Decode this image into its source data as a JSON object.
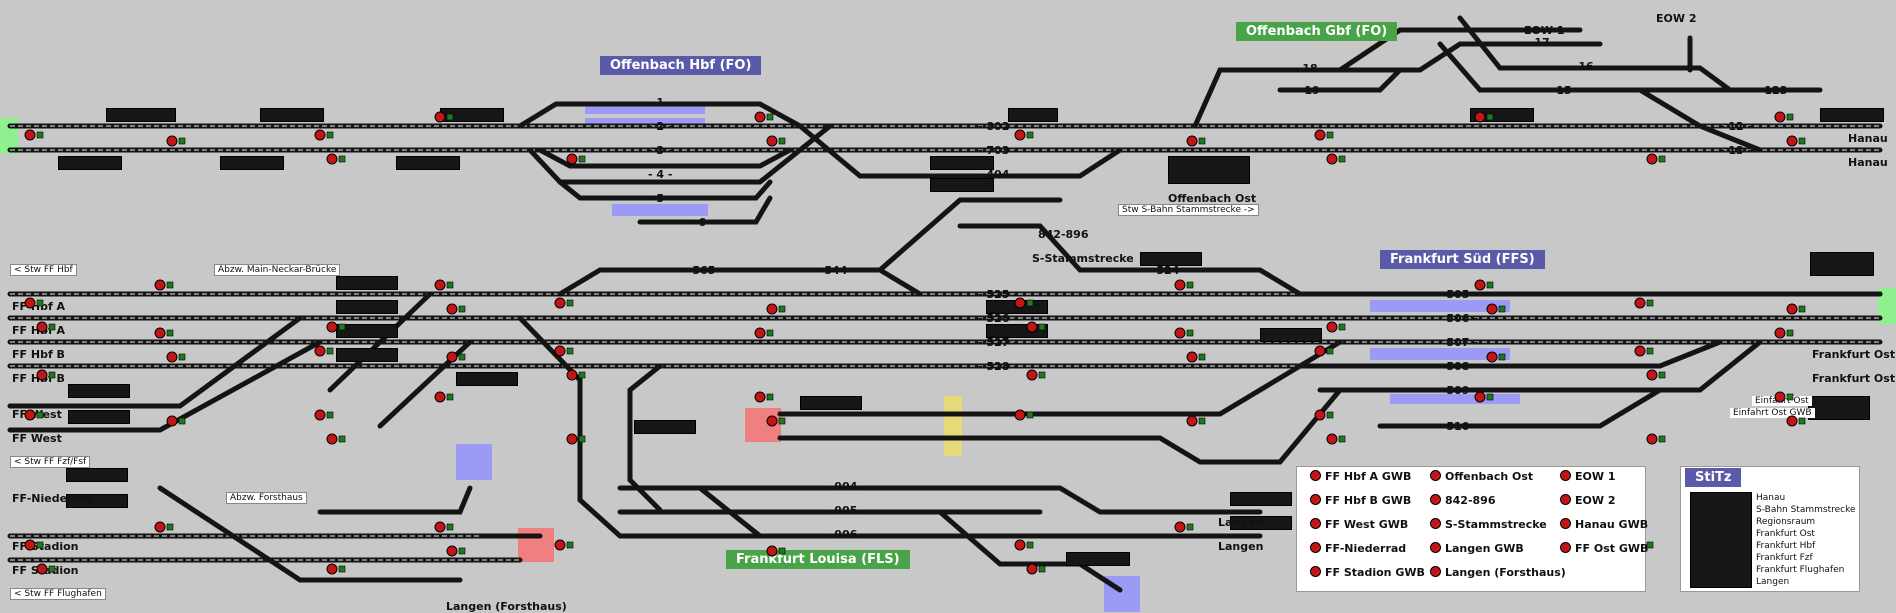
{
  "stations": {
    "offenbach_hbf": "Offenbach Hbf (FO)",
    "offenbach_gbf": "Offenbach Gbf (FO)",
    "frankfurt_sud": "Frankfurt Süd (FFS)",
    "frankfurt_louisa": "Frankfurt Louisa (FLS)"
  },
  "labels": {
    "eow1": "EOW 1",
    "eow2": "EOW 2",
    "hanau_top": "Hanau",
    "hanau_bottom": "Hanau",
    "offenbach_ost": "Offenbach Ost",
    "s_bahn_note": "Stw S-Bahn Stammstrecke ->",
    "r842": "842-896",
    "s_stamm": "S-Stammstrecke",
    "stw_ff_hbf": "< Stw FF Hbf",
    "abzw_main_neckar": "Abzw. Main-Neckar-Brücke",
    "ff_hbf_a1": "FF Hbf A",
    "ff_hbf_a2": "FF Hbf A",
    "ff_hbf_b1": "FF Hbf B",
    "ff_hbf_b2": "FF Hbf B",
    "ff_west1": "FF West",
    "ff_west2": "FF West",
    "stw_ff_fzf": "< Stw FF Fzf/Fsf",
    "ff_niederrad": "FF-Niederrad",
    "abzw_forsthaus": "Abzw. Forsthaus",
    "ff_stadion1": "FF Stadion",
    "ff_stadion2": "FF Stadion",
    "stw_ff_flughafen": "< Stw FF Flughafen",
    "langen_forsthaus": "Langen (Forsthaus)",
    "langen1": "Langen",
    "langen2": "Langen",
    "frankfurt_ost1": "Frankfurt Ost",
    "frankfurt_ost2": "Frankfurt Ost",
    "einfahrt_ost": "Einfahrt Ost",
    "einfahrt_ost_gwb": "Einfahrt Ost GWB"
  },
  "tracks": {
    "t1": "1",
    "t2": "2",
    "t3": "3",
    "t4": "4",
    "t5": "5",
    "t6": "6",
    "t12": "12",
    "t13": "13",
    "t15": "15",
    "t16": "16",
    "t17": "17",
    "t18": "18",
    "t19": "19",
    "t123": "123",
    "t802": "802",
    "t703": "703",
    "t404": "404",
    "t565": "565",
    "t544": "544",
    "t524": "524",
    "t525": "525",
    "t526": "526",
    "t527": "527",
    "t528": "528",
    "t505": "505",
    "t506": "506",
    "t507": "507",
    "t508": "508",
    "t509": "509",
    "t510": "510",
    "t904": "904",
    "t905": "905",
    "t906": "906"
  },
  "legend": {
    "col1": [
      "FF Hbf A GWB",
      "FF Hbf B GWB",
      "FF West GWB",
      "FF-Niederrad",
      "FF Stadion GWB"
    ],
    "col2": [
      "Offenbach Ost",
      "842-896",
      "S-Stammstrecke",
      "Langen GWB",
      "Langen (Forsthaus)"
    ],
    "col3": [
      "EOW 1",
      "EOW 2",
      "Hanau GWB",
      "FF Ost GWB"
    ]
  },
  "stitz": {
    "title": "StiTz",
    "items": [
      "Hanau",
      "S-Bahn Stammstrecke",
      "Regionsraum",
      "Frankfurt Ost",
      "Frankfurt Hbf",
      "Frankfurt Fzf",
      "Frankfurt Flughafen",
      "Langen"
    ]
  },
  "colors": {
    "background": "#c8c8c8",
    "track": "#141414",
    "signal_red": "#c21515",
    "signal_green": "#1e7a1e",
    "station_blue": "#5a5aa8",
    "station_green": "#49a449",
    "route_blue": "#8c8cf5",
    "route_red": "#f08080",
    "route_yellow": "#e6d97a"
  }
}
